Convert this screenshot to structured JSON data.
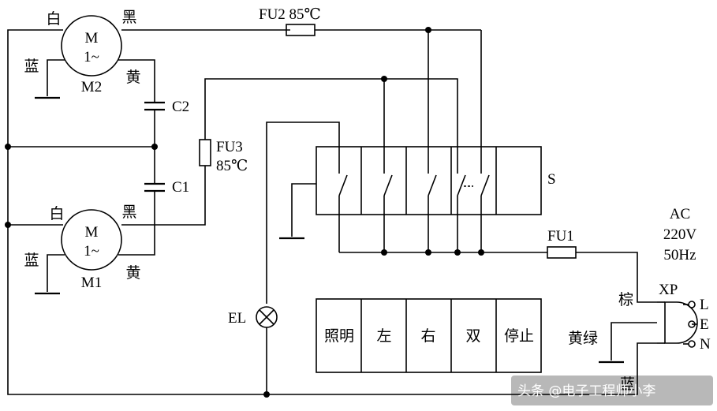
{
  "motor_top": {
    "letter": "M",
    "phase": "1~",
    "name": "M2",
    "wire_white": "白",
    "wire_black": "黑",
    "wire_blue": "蓝",
    "wire_yellow": "黄"
  },
  "motor_bottom": {
    "letter": "M",
    "phase": "1~",
    "name": "M1",
    "wire_white": "白",
    "wire_black": "黑",
    "wire_blue": "蓝",
    "wire_yellow": "黄"
  },
  "capacitors": {
    "c2": "C2",
    "c1": "C1"
  },
  "fuses": {
    "fu2": "FU2  85℃",
    "fu3": "FU3",
    "fu3_temp": "85℃",
    "fu1": "FU1"
  },
  "switch": {
    "label": "S"
  },
  "lamp": {
    "label": "EL"
  },
  "power": {
    "type": "AC",
    "voltage": "220V",
    "frequency": "50Hz",
    "plug": "XP",
    "brown": "棕",
    "yellow_green": "黄绿",
    "blue": "蓝",
    "pin_l": "L",
    "pin_e": "E",
    "pin_n": "N"
  },
  "buttons": [
    "照明",
    "左",
    "右",
    "双",
    "停止"
  ],
  "watermark": "头条 @电子工程师小李"
}
